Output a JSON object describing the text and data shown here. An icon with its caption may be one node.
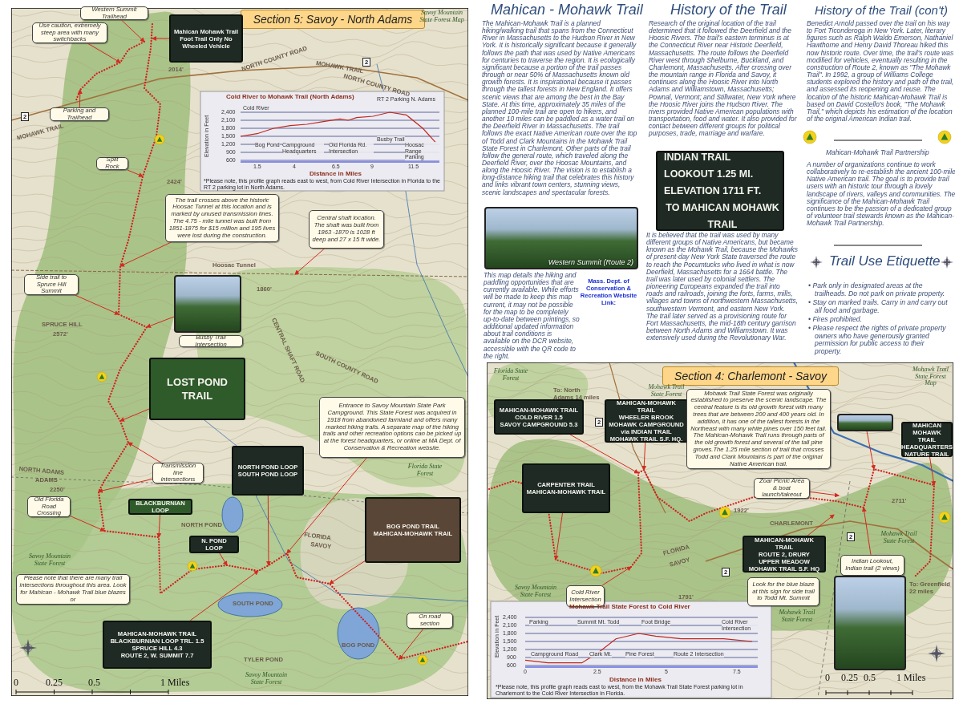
{
  "diagram": {
    "nodes": [
      {
        "text": [
          "Section 5: Savoy - North Adams"
        ]
      },
      {
        "text": [
          "Western Summit Trailhead"
        ]
      },
      {
        "text": [
          "Use caution, extremely steep area with many switchbacks"
        ]
      },
      {
        "text": [
          "Parking and Trailhead"
        ]
      },
      {
        "text": [
          "Mahican Mohawk Trail",
          "Foot Trail Only No Wheeled Vehicle"
        ]
      },
      {
        "text": [
          "Split Rock"
        ]
      },
      {
        "text": [
          "The trail crosses above the historic Hoosac Tunnel at this location and is marked by unused transmission lines. The 4.75 - mile tunnel was built from 1851-1875 for $15 million and 195 lives were lost during the construction."
        ]
      },
      {
        "text": [
          "Central shaft location. The shaft was built from 1863 -1870 is 1028 ft deep and 27 x 15 ft wide."
        ]
      },
      {
        "text": [
          "Side trail to Spruce Hill Summit"
        ]
      },
      {
        "text": [],
        "shape": "picture"
      },
      {
        "text": [
          "Busby Trail Intersection"
        ]
      },
      {
        "text": [
          "LOST POND TRAIL"
        ]
      },
      {
        "text": [
          "Transmission line intersections"
        ]
      },
      {
        "text": [
          "Old Florida Road Crossing"
        ]
      },
      {
        "text": [
          "BLACKBURNIAN LOOP"
        ]
      },
      {
        "text": [
          "NORTH POND LOOP",
          "SOUTH POND LOOP"
        ]
      },
      {
        "text": [
          "N. POND LOOP"
        ]
      },
      {
        "text": [
          "Entrance to Savoy Mountain State Park Campground. This State Forest was acquired in 1918 from abandoned farmland and offers many marked hiking trails. A separate map of the hiking trails and other recreation options can be picked up at the forest headquarters, or online at MA Dept. of Conservation & Recreation website."
        ]
      },
      {
        "text": [
          "BOG POND TRAIL",
          "MAHICAN-MOHAWK TRAIL"
        ]
      },
      {
        "text": [
          "Please note that there are many trail intersections throughout this area. Look for Mahican - Mohawk Trail blue blazes or"
        ]
      },
      {
        "text": [
          "MAHICAN-MOHAWK TRAIL",
          "BLACKBURNIAN LOOP TRL. 1.5",
          "SPRUCE HILL 4.3",
          "ROUTE 2, W. SUMMIT 7.7"
        ]
      },
      {
        "text": [
          "On road section"
        ]
      },
      {
        "text": [
          "Western Summit (Route 2)"
        ]
      },
      {
        "text": [
          "INDIAN TRAIL",
          "LOOKOUT 1.25 MI.",
          "ELEVATION 1711 FT.",
          "TO MAHICAN MOHAWK TRAIL"
        ]
      },
      {
        "text": [
          "Section 4: Charlemont - Savoy"
        ]
      },
      {
        "text": [
          "MAHICAN-MOHAWK TRAIL",
          "COLD RIVER 1.5",
          "SAVOY CAMPGROUND 5.3"
        ]
      },
      {
        "text": [
          "MAHICAN-MOHAWK TRAIL",
          "WHEELER BROOK",
          "MOHAWK CAMPGROUND",
          "via INDIAN TRAIL",
          "MOHAWK TRAIL S.F. HQ."
        ]
      },
      {
        "text": [
          "Mohawk Trail State Forest was originally established to preserve the scenic landscape. The central feature is its old growth forest with many trees that are between 200 and 400 years old. In addition, it has one of the tallest forests in the Northeast with many white pines over 150 feet tall. The Mahican-Mohawk Trail runs through parts of the old growth forest and several of the tall pine groves.The 1.25 mile section of trail that crosses Todd and Clark Mountains is part of the original Native American trail."
        ]
      },
      {
        "text": [
          "CARPENTER TRAIL",
          "MAHICAN-MOHAWK TRAIL"
        ]
      },
      {
        "text": [],
        "shape": "picture"
      },
      {
        "text": [
          "MAHICAN",
          "MOHAWK TRAIL",
          "HEADQUARTERS",
          "NATURE TRAIL"
        ]
      },
      {
        "text": [
          "Zoar Picnic Area & boat launch/takeout"
        ]
      },
      {
        "text": [
          "MAHICAN-MOHAWK TRAIL",
          "ROUTE 2, DRURY",
          "UPPER MEADOW",
          "MOHAWK TRAIL S.F. HQ"
        ]
      },
      {
        "text": [
          "Look for the blue blaze at this sign for side trail to Todd Mt. Summit"
        ]
      },
      {
        "text": [
          "Cold River Intersection"
        ]
      },
      {
        "text": [
          "Indian Lookout, Indian trail (2 views)"
        ]
      },
      {
        "text": [],
        "shape": "picture"
      }
    ],
    "edges": [
      {
        "from": 1,
        "to": null,
        "arrow": "to"
      },
      {
        "from": 2,
        "to": null,
        "arrow": "to"
      },
      {
        "from": 3,
        "to": null,
        "arrow": "to"
      },
      {
        "from": 4,
        "to": null,
        "arrow": "to"
      },
      {
        "from": 5,
        "to": null,
        "arrow": "to"
      },
      {
        "from": 6,
        "to": null,
        "arrow": "to"
      },
      {
        "from": 7,
        "to": null,
        "arrow": "to"
      },
      {
        "from": 8,
        "to": null,
        "arrow": "to"
      },
      {
        "from": 9,
        "to": null,
        "arrow": "to"
      },
      {
        "from": 11,
        "to": null,
        "arrow": "to"
      },
      {
        "from": 12,
        "to": null,
        "arrow": "to"
      },
      {
        "from": 12,
        "to": null,
        "arrow": "to"
      },
      {
        "from": 13,
        "to": null,
        "arrow": "to"
      },
      {
        "from": 14,
        "to": null,
        "arrow": "to"
      },
      {
        "from": 15,
        "to": null,
        "arrow": "to"
      },
      {
        "from": 16,
        "to": null,
        "arrow": "to"
      },
      {
        "from": 17,
        "to": null,
        "arrow": "to"
      },
      {
        "from": 18,
        "to": null,
        "arrow": "to"
      },
      {
        "from": 20,
        "to": null,
        "arrow": "to"
      },
      {
        "from": 21,
        "to": null,
        "arrow": "to"
      },
      {
        "from": 25,
        "to": null,
        "arrow": "to"
      },
      {
        "from": 26,
        "to": null,
        "arrow": "to"
      },
      {
        "from": 28,
        "to": null,
        "arrow": "to"
      },
      {
        "from": 29,
        "to": null,
        "arrow": "to"
      },
      {
        "from": 30,
        "to": null,
        "arrow": "to"
      },
      {
        "from": 31,
        "to": null,
        "arrow": "to"
      },
      {
        "from": 32,
        "to": null,
        "arrow": "to"
      },
      {
        "from": 34,
        "to": null,
        "arrow": "to"
      },
      {
        "from": 35,
        "to": null,
        "arrow": "to"
      }
    ],
    "labels": [
      "Mahican - Mohawk Trail",
      "The Mahican-Mohawk Trail is a planned hiking/walking trail that spans from the Connecticut River in Massachusetts to the Hudson River in New York. It is historically significant because it generally follows the path that was used by Native Americans for centuries to traverse the region. It is ecologically significant because a portion of the trail passes through or near 50% of Massachusetts known old growth forests. It is inspirational because it passes through the tallest forests in New England. It offers scenic views that are among the best in the Bay State. At this time, approximately 35 miles of the planned 100-mile trail are open to hikers, and another 10 miles can be paddled as a water trail on the Deerfield River in Massachusetts. The trail follows the exact Native American route over the top of Todd and Clark Mountains in the Mohawk Trail State Forest in Charlemont. Other parts of the trail follow the general route, which traveled along the Deerfield River, over the Hoosac Mountains, and along the Hoosic River. The vision is to establish a long-distance hiking trail that celebrates this history and links vibrant town centers, stunning views, scenic landscapes and spectacular forests.",
      "This map details the hiking and paddling opportunities that are currently available. While efforts will be made to keep this map current, it may not be possible for the map to be completely up-to-date between printings, so additional updated information about trail conditions is available on the DCR website, accessible with the QR code to the right.",
      "Mass. Dept. of Conservation & Recreation Website Link:",
      "History of the Trail",
      "Research of the original location of the trail determined that it followed the Deerfield and the Hoosic Rivers. The trail's eastern terminus is at the Connecticut River near Historic Deerfield, Massachusetts. The route follows the Deerfield River west through Shelburne, Buckland, and Charlemont, Massachusetts. After crossing over the mountain range in Florida and Savoy, it continues along the Hoosic River into North Adams and Williamstown, Massachusetts; Pownal, Vermont; and Stillwater, New York where the Hoosic River joins the Hudson River. The rivers provided Native American populations with transportation, food and water. It also provided for contact between different groups for political purposes, trade, marriage and warfare.",
      "It is believed that the trail was used by many different groups of Native Americans, but became known as the Mohawk Trail, because the Mohawks of present-day New York State traversed the route to reach the Pocumtucks who lived in what is now Deerfield, Massachusetts for a 1664 battle. The trail was later used by colonial settlers. The pioneering Europeans expanded the trail into roads and railroads, joining the forts, farms, mills, villages and towns of northwestern Massachusetts, southwestern Vermont, and eastern New York. The trail later served as a provisioning route for Fort Massachusetts, the mid-18th century garrison between North Adams and Williamstown. It was extensively used during the Revolutionary War.",
      "History of the Trail (con't)",
      "Benedict Arnold passed over the trail on his way to Fort Ticonderoga in New York. Later, literary figures such as Ralph Waldo Emerson, Nathaniel Hawthorne and Henry David Thoreau hiked this now historic route. Over time, the trail's route was modified for vehicles, eventually resulting in the construction of Route 2, known as \"The Mohawk Trail\". In 1992, a group of Williams College students explored the history and path of the trail, and assessed its reopening and reuse. The location of the historic Mahican-Mohawk Trail is based on David Costello's book, \"The Mohawk Trail,\" which depicts his estimation of the location of the original American Indian trail.",
      "Mahican-Mohawk Trail Partnership",
      "A number of organizations continue to work collaboratively to re-establish the ancient 100-mile Native American trail. The goal is to provide trail users with an historic tour through a lovely landscape of rivers, valleys and communities. The significance of the Mahican-Mohawk Trail continues to be the passion of a dedicated group of volunteer trail stewards known as the Mahican-Mohawk Trail Partnership.",
      "Trail Use Etiquette",
      "• Park only in designated areas at the trailheads. Do not park on private property.",
      "• Stay on marked trails. Carry in and carry out all food and garbage.",
      "• Fires prohibited.",
      "• Please respect the rights of private property owners who have generously granted permission for public access to their property.",
      "Savoy Mountain State Forest Map",
      "2014'",
      "MOHAWK TRAIL",
      "NORTH COUNTY ROAD",
      "MOHAWK TRAIL",
      "NORTH COUNTY ROAD",
      "2424'",
      "1860'",
      "Hoosac Tunnel",
      "CENTRAL SHAFT ROAD",
      "SOUTH COUNTY ROAD",
      "SPRUCE HILL",
      "2572'",
      "NORTH ADAMS",
      "ADAMS",
      "2250'",
      "Florida State Forest",
      "Savoy Mountain State Forest",
      "NORTH POND",
      "FLORIDA",
      "SAVOY",
      "SOUTH POND",
      "BOG POND",
      "TYLER POND",
      "Savoy Mountain State Forest",
      "0",
      "0.25",
      "0.5",
      "1 Miles",
      "2",
      "2",
      "Cold River to Mohawk Trail (North Adams)",
      "Elevation in Feet",
      "2,400",
      "2,100",
      "1,800",
      "1,500",
      "1,200",
      "900",
      "600",
      "1.5",
      "4",
      "6.5",
      "9",
      "11.5",
      "Distance in Miles",
      "Cold River",
      "Bog Pond",
      "Campground Headquarters",
      "Old Florida Rd. Intersection",
      "Busby Trail",
      "Hoosac Range Parking",
      "RT 2 Parking N. Adams",
      "*Please note, this profile graph reads east to west, from Cold River Intersection in Florida to the RT 2 parking lot in North Adams.",
      "Florida State Forest",
      "Mohawk Trail State Forest",
      "Mohawk Trail State Forest Map",
      "To: North Adams 14 miles",
      "2",
      "1922'",
      "2711'",
      "Mohawk Trail State Forest",
      "2",
      "2",
      "FLORIDA",
      "SAVOY",
      "CHARLEMONT",
      "Savoy Mountain State Forest",
      "1791'",
      "Mohawk Trail State Forest",
      "To: Greenfield 22 miles",
      "Mohawk Trail State Forest to Cold River",
      "Elevation in Feet",
      "2,400",
      "2,100",
      "1,800",
      "1,500",
      "1,200",
      "900",
      "600",
      "0",
      "2.5",
      "5",
      "7.5",
      "Distance in Miles",
      "Parking",
      "Campground Road",
      "Summit Mt. Todd",
      "Clark Mt.",
      "Pine Forest",
      "Foot Bridge",
      "Route 2 Intersection",
      "Cold River Intersection",
      "*Please note, this profile graph reads east to west, from the Mohawk Trail State Forest parking lot in Charlemont to the Cold River Intersection in Florida.",
      "0",
      "0.25",
      "0.5",
      "1 Miles"
    ]
  }
}
